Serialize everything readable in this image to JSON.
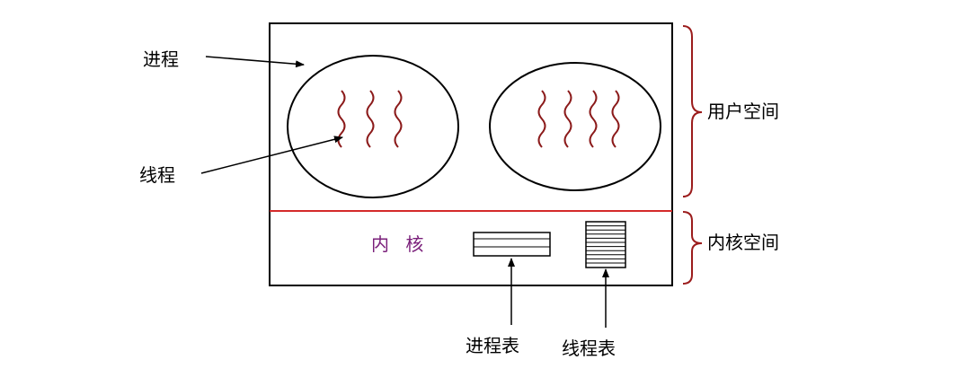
{
  "labels": {
    "process": "进程",
    "thread": "线程",
    "user_space": "用户空间",
    "kernel_space": "内核空间",
    "kernel": "内 核",
    "process_table": "进程表",
    "thread_table": "线程表"
  },
  "colors": {
    "line": "#000000",
    "thread": "#8b1a1a",
    "divider": "#d42a2a",
    "brace": "#9b1c1c",
    "kernel_text": "#7a1f7a"
  },
  "processes": [
    {
      "thread_count": 3
    },
    {
      "thread_count": 4
    }
  ]
}
